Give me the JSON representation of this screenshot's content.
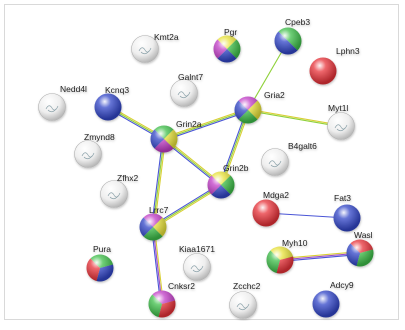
{
  "network": {
    "colors": {
      "red": "#e8333a",
      "green": "#3fbf4a",
      "blue": "#3246c8",
      "yellow": "#e8e23a",
      "magenta": "#c23ec8",
      "white": "#f4f4f4",
      "edge_green": "#8fd13a",
      "edge_yellow": "#d9d034",
      "edge_blue": "#4a55d6",
      "edge_purple": "#9a4cc8"
    },
    "nodes": [
      {
        "id": "kmt2a",
        "label": "Kmt2a",
        "fill": "white"
      },
      {
        "id": "pgr",
        "label": "Pgr",
        "fill": "mixed4",
        "palette": [
          "yellow",
          "green",
          "blue",
          "magenta"
        ]
      },
      {
        "id": "cpeb3",
        "label": "Cpeb3",
        "fill": "mixed2",
        "palette": [
          "green",
          "blue"
        ]
      },
      {
        "id": "lphn3",
        "label": "Lphn3",
        "fill": "red"
      },
      {
        "id": "galnt7",
        "label": "Galnt7",
        "fill": "white"
      },
      {
        "id": "nedd4l",
        "label": "Nedd4l",
        "fill": "white"
      },
      {
        "id": "kcnq3",
        "label": "Kcnq3",
        "fill": "blue"
      },
      {
        "id": "gria2",
        "label": "Gria2",
        "fill": "mixed4",
        "palette": [
          "magenta",
          "yellow",
          "green",
          "blue"
        ]
      },
      {
        "id": "myt1l",
        "label": "Myt1l",
        "fill": "white"
      },
      {
        "id": "zmynd8",
        "label": "Zmynd8",
        "fill": "white"
      },
      {
        "id": "grin2a",
        "label": "Grin2a",
        "fill": "mixed4",
        "palette": [
          "green",
          "yellow",
          "magenta",
          "blue"
        ]
      },
      {
        "id": "b4galt6",
        "label": "B4galt6",
        "fill": "white"
      },
      {
        "id": "grin2b",
        "label": "Grin2b",
        "fill": "mixed4",
        "palette": [
          "yellow",
          "green",
          "blue",
          "magenta"
        ]
      },
      {
        "id": "zfhx2",
        "label": "Zfhx2",
        "fill": "white"
      },
      {
        "id": "lrrc7",
        "label": "Lrrc7",
        "fill": "mixed4",
        "palette": [
          "magenta",
          "yellow",
          "green",
          "blue"
        ]
      },
      {
        "id": "mdga2",
        "label": "Mdga2",
        "fill": "red"
      },
      {
        "id": "fat3",
        "label": "Fat3",
        "fill": "blue"
      },
      {
        "id": "pura",
        "label": "Pura",
        "fill": "mixed3",
        "palette": [
          "green",
          "blue",
          "red"
        ]
      },
      {
        "id": "kiaa1671",
        "label": "Kiaa1671",
        "fill": "white"
      },
      {
        "id": "myh10",
        "label": "Myh10",
        "fill": "mixed3",
        "palette": [
          "yellow",
          "red",
          "green"
        ]
      },
      {
        "id": "wasl",
        "label": "Wasl",
        "fill": "mixed3",
        "palette": [
          "red",
          "green",
          "blue"
        ]
      },
      {
        "id": "cnksr2",
        "label": "Cnksr2",
        "fill": "mixed3",
        "palette": [
          "magenta",
          "red",
          "green"
        ]
      },
      {
        "id": "zcchc2",
        "label": "Zcchc2",
        "fill": "white"
      },
      {
        "id": "adcy9",
        "label": "Adcy9",
        "fill": "blue"
      }
    ],
    "edges": [
      {
        "from": "kcnq3",
        "to": "grin2a",
        "colors": [
          "edge_yellow",
          "edge_green",
          "edge_blue"
        ]
      },
      {
        "from": "grin2a",
        "to": "gria2",
        "colors": [
          "edge_yellow",
          "edge_green",
          "edge_blue"
        ]
      },
      {
        "from": "grin2a",
        "to": "grin2b",
        "colors": [
          "edge_yellow",
          "edge_green",
          "edge_blue"
        ]
      },
      {
        "from": "grin2a",
        "to": "lrrc7",
        "colors": [
          "edge_yellow",
          "edge_green",
          "edge_blue"
        ]
      },
      {
        "from": "gria2",
        "to": "grin2b",
        "colors": [
          "edge_yellow",
          "edge_green",
          "edge_blue"
        ]
      },
      {
        "from": "gria2",
        "to": "cpeb3",
        "colors": [
          "edge_green"
        ]
      },
      {
        "from": "gria2",
        "to": "myt1l",
        "colors": [
          "edge_yellow",
          "edge_green"
        ]
      },
      {
        "from": "grin2b",
        "to": "lrrc7",
        "colors": [
          "edge_yellow",
          "edge_green",
          "edge_blue"
        ]
      },
      {
        "from": "lrrc7",
        "to": "cnksr2",
        "colors": [
          "edge_yellow",
          "edge_purple",
          "edge_blue"
        ]
      },
      {
        "from": "mdga2",
        "to": "fat3",
        "colors": [
          "edge_blue"
        ]
      },
      {
        "from": "myh10",
        "to": "wasl",
        "colors": [
          "edge_yellow",
          "edge_purple",
          "edge_blue"
        ]
      }
    ]
  }
}
